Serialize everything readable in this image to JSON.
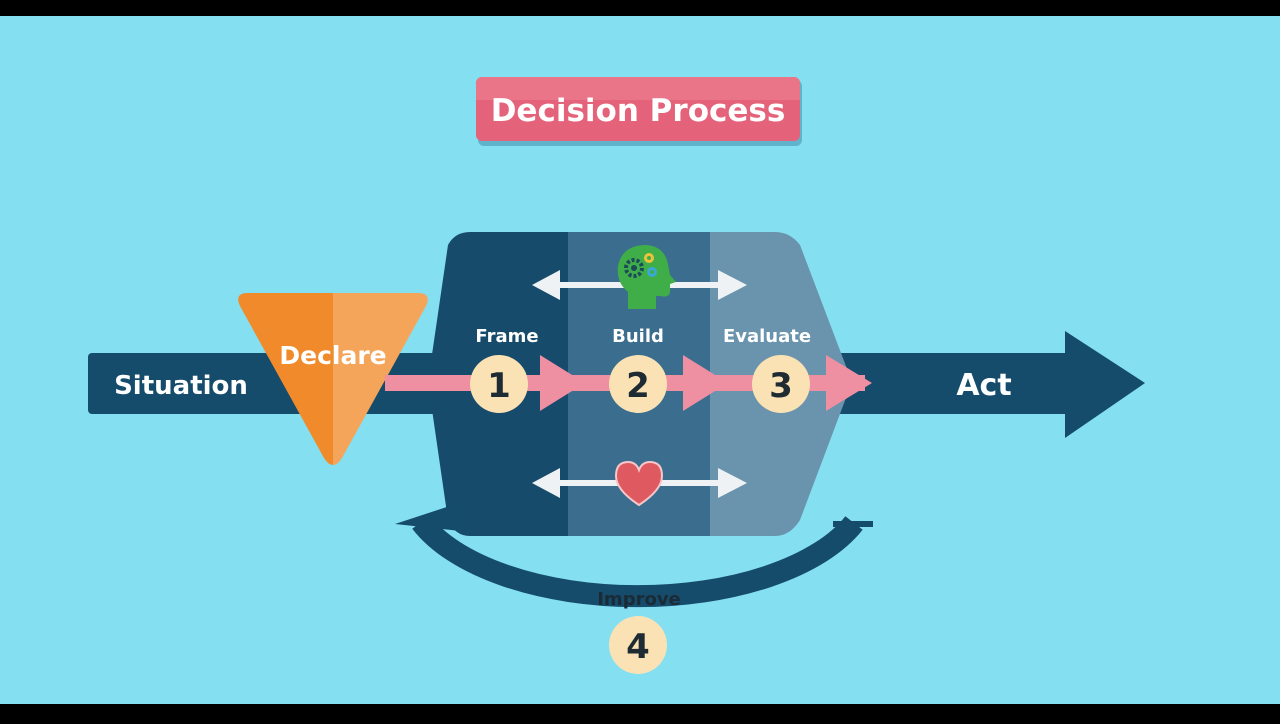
{
  "title": "Decision Process",
  "steps": [
    {
      "number": "1",
      "label": "Frame"
    },
    {
      "number": "2",
      "label": "Build"
    },
    {
      "number": "3",
      "label": "Evaluate"
    },
    {
      "number": "4",
      "label": "Improve"
    }
  ],
  "inputs": {
    "situation": "Situation",
    "declare": "Declare"
  },
  "output": {
    "act": "Act"
  },
  "icons": {
    "top": "head-with-gears-icon",
    "bottom": "heart-icon"
  },
  "colors": {
    "background": "#84dff0",
    "dark_navy": "#154b6b",
    "title_pink": "#e4627a",
    "flow_pink": "#ee8fa2",
    "declare_orange": "#f5922f",
    "number_circle": "#fbe2b4",
    "head_green": "#3fae49",
    "heart_red": "#df5a60"
  }
}
